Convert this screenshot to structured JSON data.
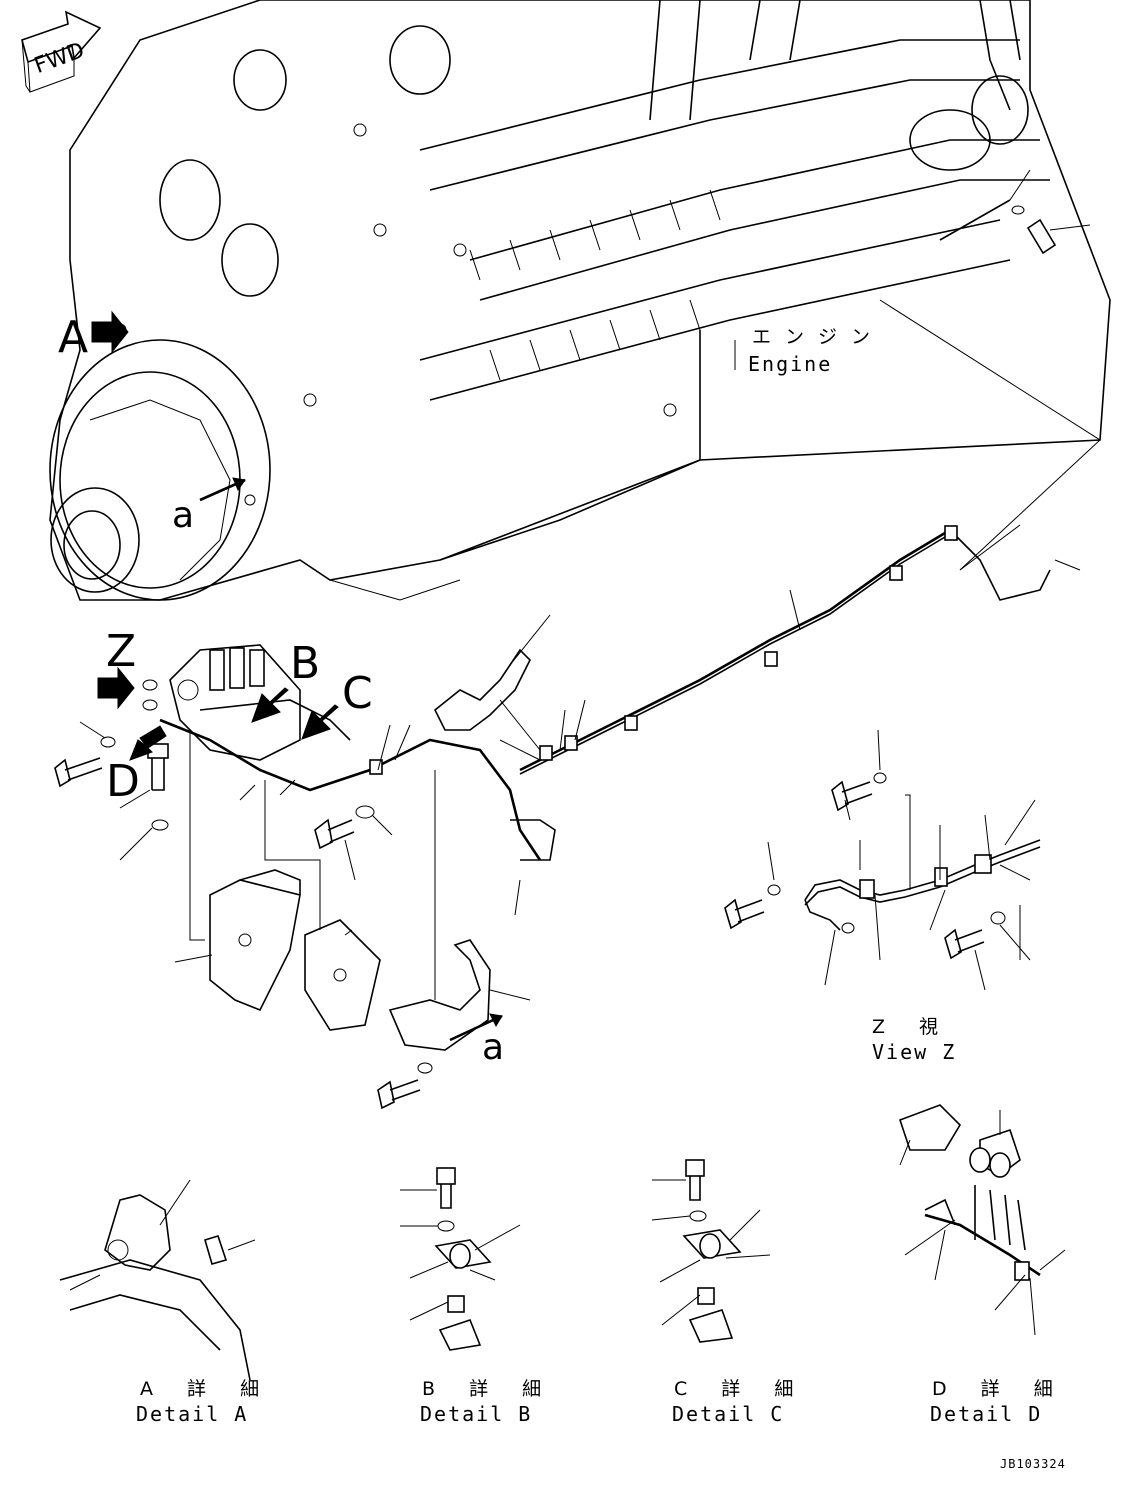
{
  "orientation": {
    "fwd_label": "FWD"
  },
  "engine": {
    "label_jp": "エンジン",
    "label_en": "Engine"
  },
  "callouts": {
    "A": "A",
    "B": "B",
    "C": "C",
    "D": "D",
    "Z": "Z",
    "a_top": "a",
    "a_bottom": "a"
  },
  "view_z": {
    "label_jp": "Z 視",
    "label_en": "View Z"
  },
  "details": [
    {
      "label_jp": "A 詳 細",
      "label_en": "Detail A"
    },
    {
      "label_jp": "B 詳 細",
      "label_en": "Detail B"
    },
    {
      "label_jp": "C 詳 細",
      "label_en": "Detail C"
    },
    {
      "label_jp": "D 詳 細",
      "label_en": "Detail D"
    }
  ],
  "drawing_code": "JB103324"
}
